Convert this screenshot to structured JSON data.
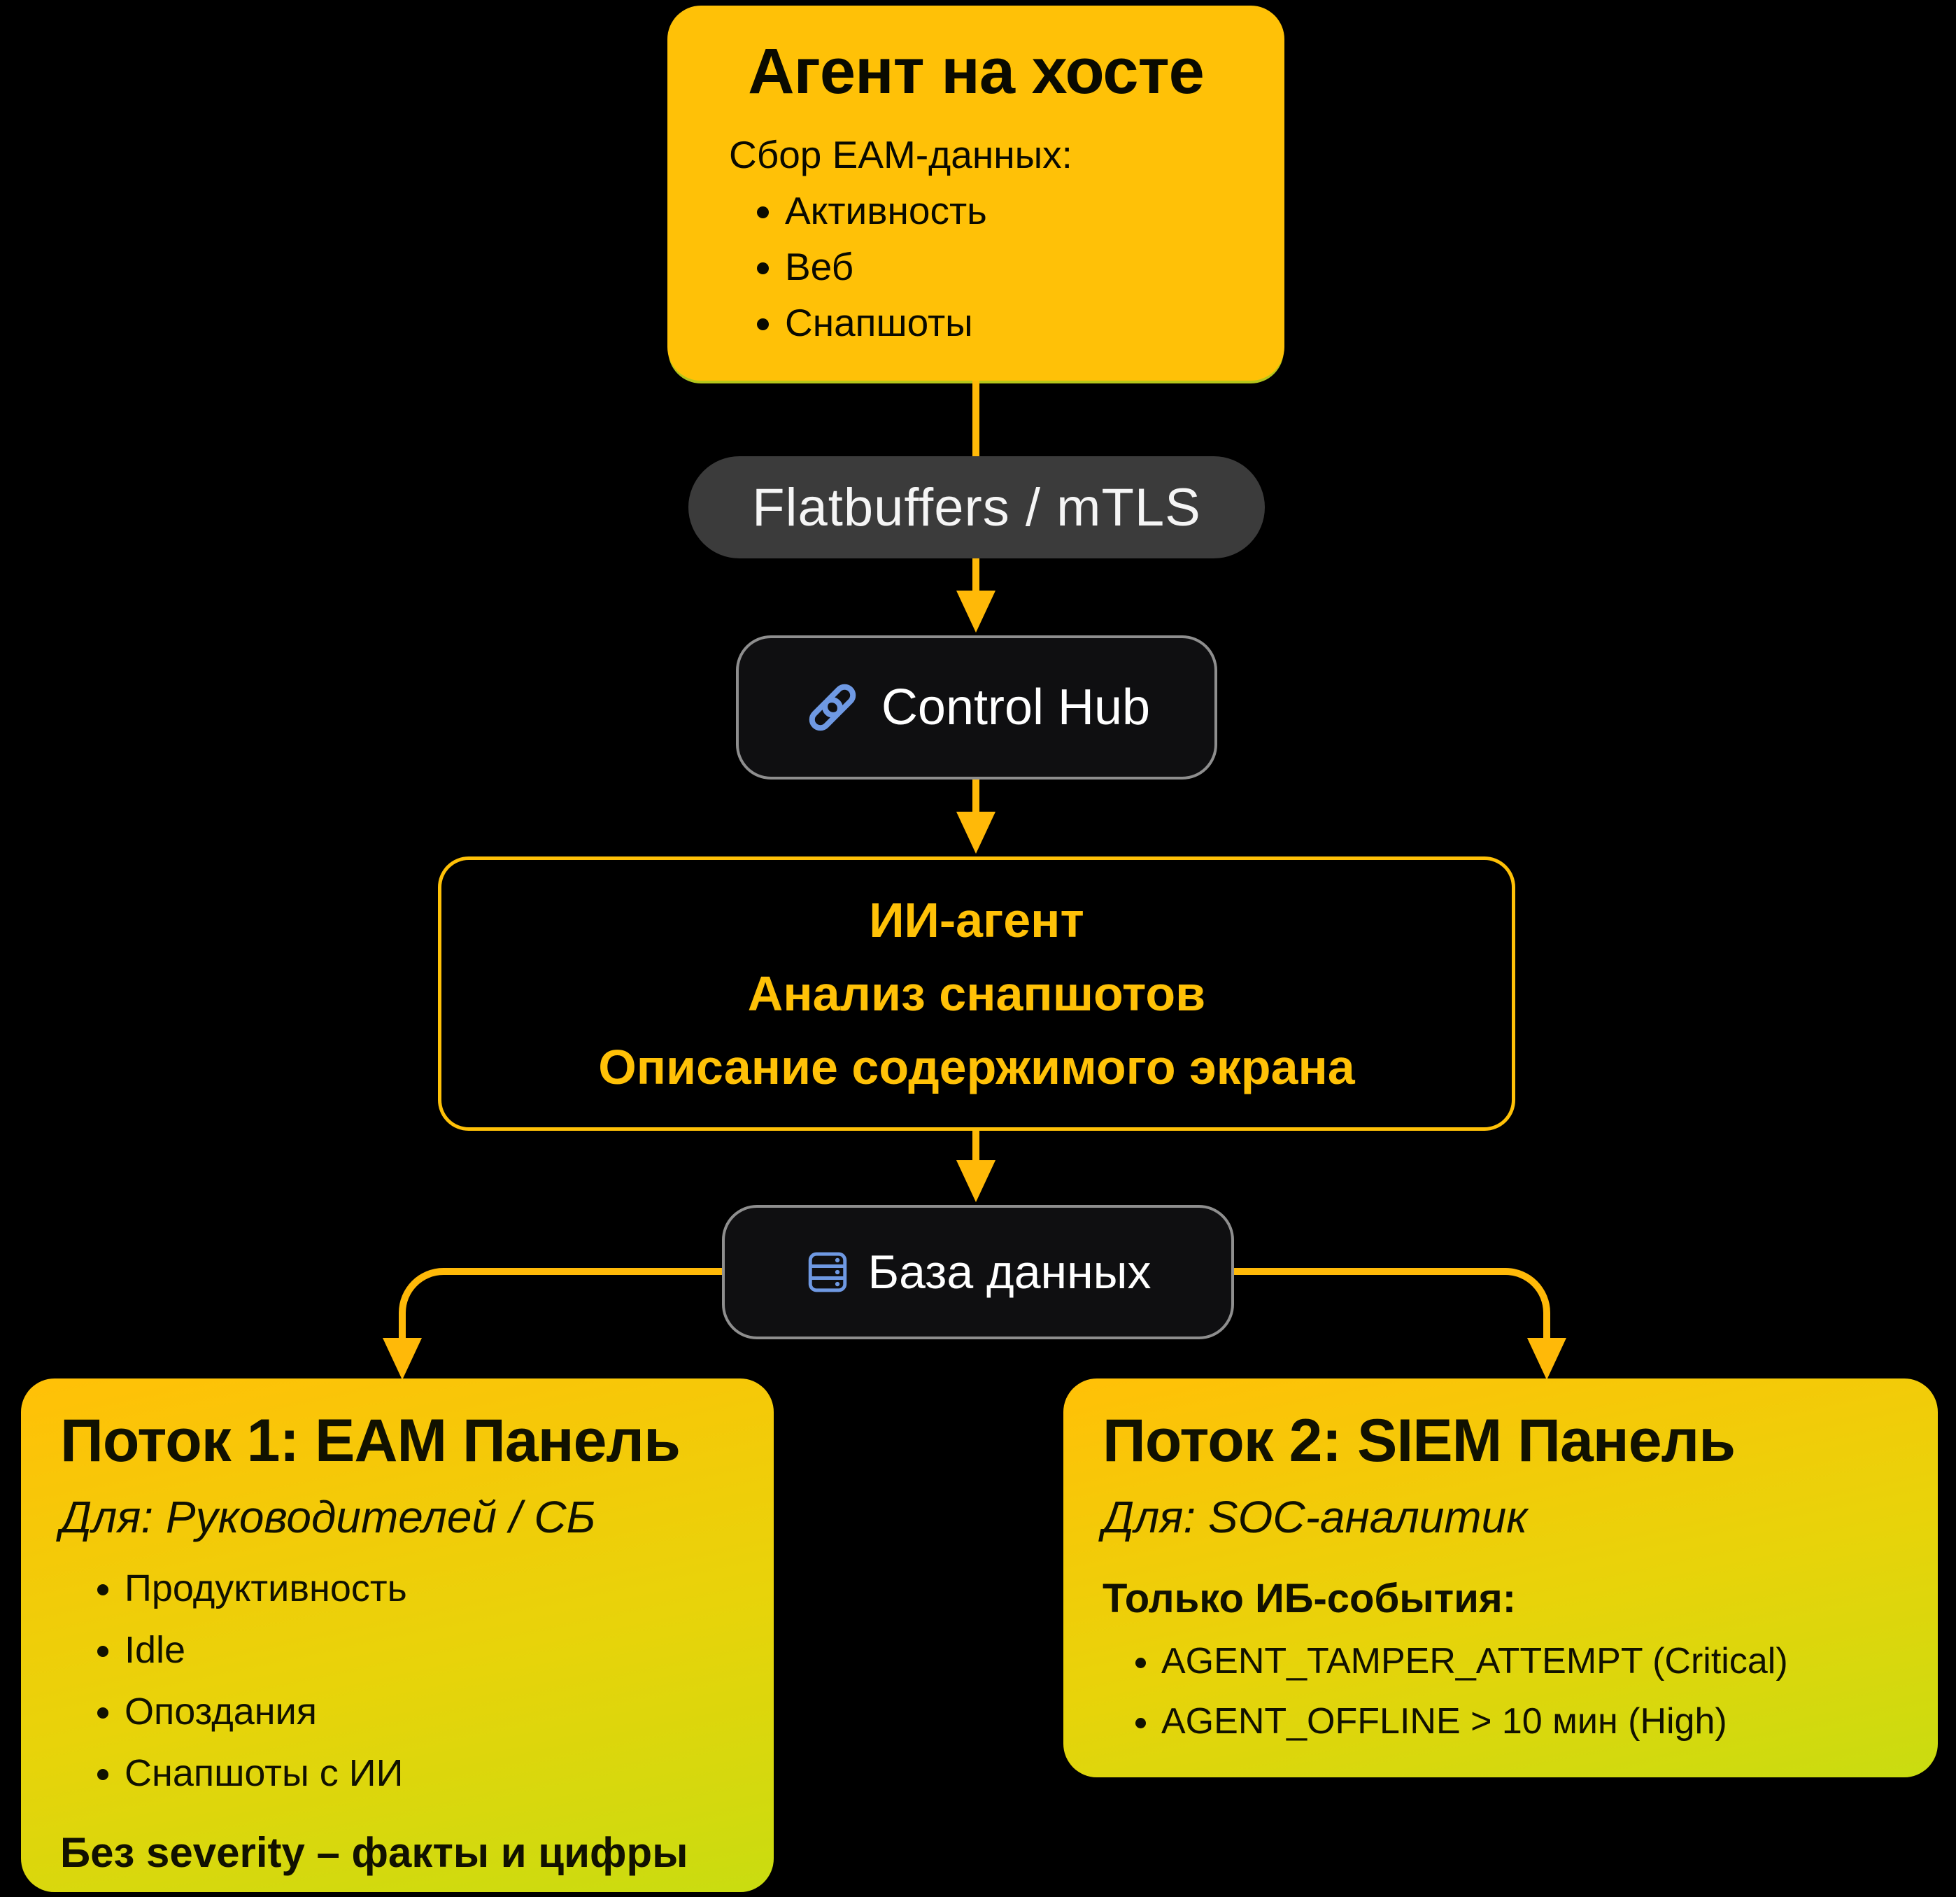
{
  "colors": {
    "background": "#000000",
    "amber": "#ffc107",
    "arrow": "#ffb908",
    "pill_gray": "#3b3b3b",
    "dark_node": "#0f0f11",
    "node_border": "#8e8e8e",
    "icon_blue": "#6f99e3",
    "lime": "#c9dc10"
  },
  "nodes": {
    "agent": {
      "title": "Агент на хосте",
      "subtitle": "Сбор EAM-данных:",
      "bullets": [
        "Активность",
        "Веб",
        "Снапшоты"
      ]
    },
    "transport": {
      "label": "Flatbuffers / mTLS"
    },
    "control_hub": {
      "icon": "link-icon",
      "label": "Control Hub"
    },
    "ai_agent": {
      "lines": [
        "ИИ-агент",
        "Анализ снапшотов",
        "Описание содержимого экрана"
      ]
    },
    "database": {
      "icon": "database-icon",
      "label": "База данных"
    },
    "stream1": {
      "title": "Поток 1: EAM Панель",
      "audience": "Для: Руководителей / СБ",
      "bullets": [
        "Продуктивность",
        "Idle",
        "Опоздания",
        "Снапшоты с ИИ"
      ],
      "footer": "Без severity – факты и цифры"
    },
    "stream2": {
      "title": "Поток 2: SIEM Панель",
      "audience": "Для: SOC-аналитик",
      "subtitle": "Только ИБ-события:",
      "bullets": [
        "AGENT_TAMPER_ATTEMPT (Critical)",
        "AGENT_OFFLINE > 10 мин (High)"
      ]
    }
  }
}
